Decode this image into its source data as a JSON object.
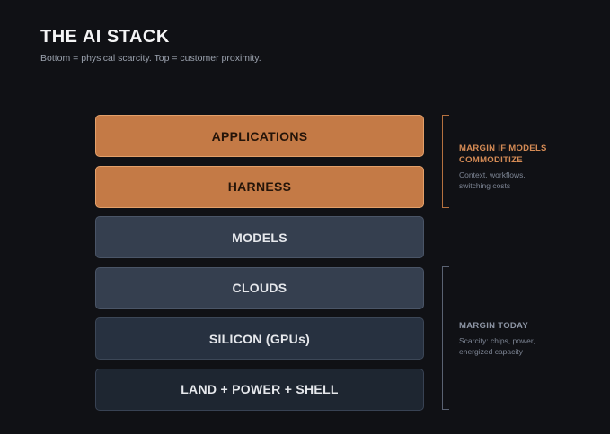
{
  "title": "THE AI STACK",
  "subtitle": "Bottom = physical scarcity. Top = customer proximity.",
  "layers": [
    {
      "label": "APPLICATIONS"
    },
    {
      "label": "HARNESS"
    },
    {
      "label": "MODELS"
    },
    {
      "label": "CLOUDS"
    },
    {
      "label": "SILICON (GPUs)"
    },
    {
      "label": "LAND + POWER + SHELL"
    }
  ],
  "annotations": {
    "top": {
      "heading": "MARGIN IF MODELS COMMODITIZE",
      "text": "Context, workflows, switching costs"
    },
    "bottom": {
      "heading": "MARGIN TODAY",
      "text": "Scarcity: chips, power, energized capacity"
    }
  },
  "colors": {
    "background": "#101115",
    "accent_orange": "#c47a46",
    "layer_slate": "#353f4f",
    "layer_dark": "#1e2631"
  }
}
